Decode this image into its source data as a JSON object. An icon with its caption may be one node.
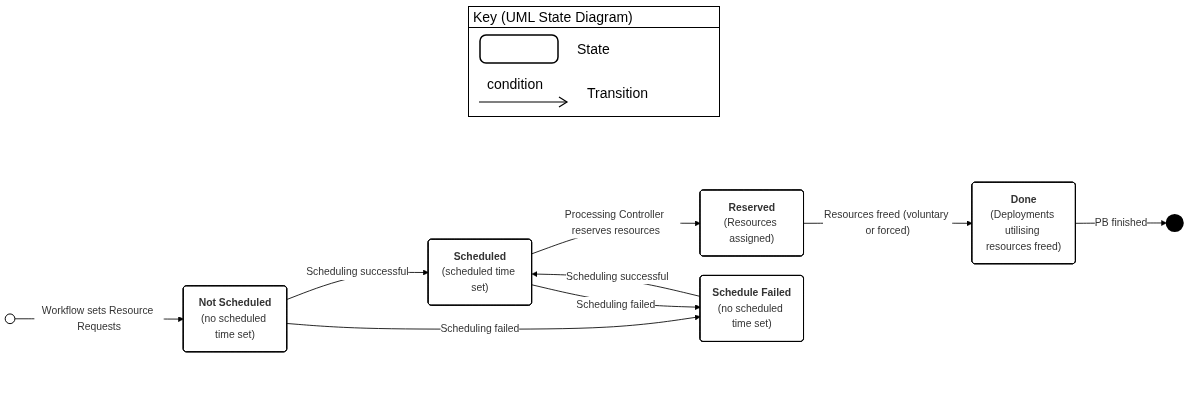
{
  "diagram": {
    "nodes": [
      {
        "text": [],
        "shape": "circle"
      },
      {
        "text": [
          "Not Scheduled",
          "(no scheduled time set)"
        ]
      },
      {
        "text": [
          "Scheduled",
          "(scheduled time set)"
        ]
      },
      {
        "text": [
          "Reserved",
          "(Resources assigned)"
        ]
      },
      {
        "text": [
          "Done",
          "(Deployments utilising resources freed)"
        ]
      },
      {
        "text": [],
        "shape": "circle"
      },
      {
        "text": [
          "Schedule Failed",
          "(no scheduled time set)"
        ]
      }
    ],
    "edges": [
      {
        "from": 0,
        "to": 1,
        "arrow": "to",
        "label": "Workflow sets Resource Requests"
      },
      {
        "from": 1,
        "to": 2,
        "arrow": "to",
        "label": "Scheduling successful"
      },
      {
        "from": 1,
        "to": 6,
        "arrow": "to",
        "label": "Scheduling failed"
      },
      {
        "from": 6,
        "to": 2,
        "arrow": "to",
        "label": "Scheduling successful"
      },
      {
        "from": 2,
        "to": 6,
        "arrow": "to",
        "label": "Scheduling failed"
      },
      {
        "from": 2,
        "to": 3,
        "arrow": "to",
        "label": "Processing Controller reserves resources"
      },
      {
        "from": 3,
        "to": 4,
        "arrow": "to",
        "label": "Resources freed (voluntary or forced)"
      },
      {
        "from": 4,
        "to": 5,
        "arrow": "to",
        "label": "PB finished"
      }
    ],
    "labels": [
      "Key (UML State Diagram)",
      "condition"
    ],
    "legend": [
      {
        "text": "State"
      },
      {
        "text": "Transition"
      }
    ]
  }
}
